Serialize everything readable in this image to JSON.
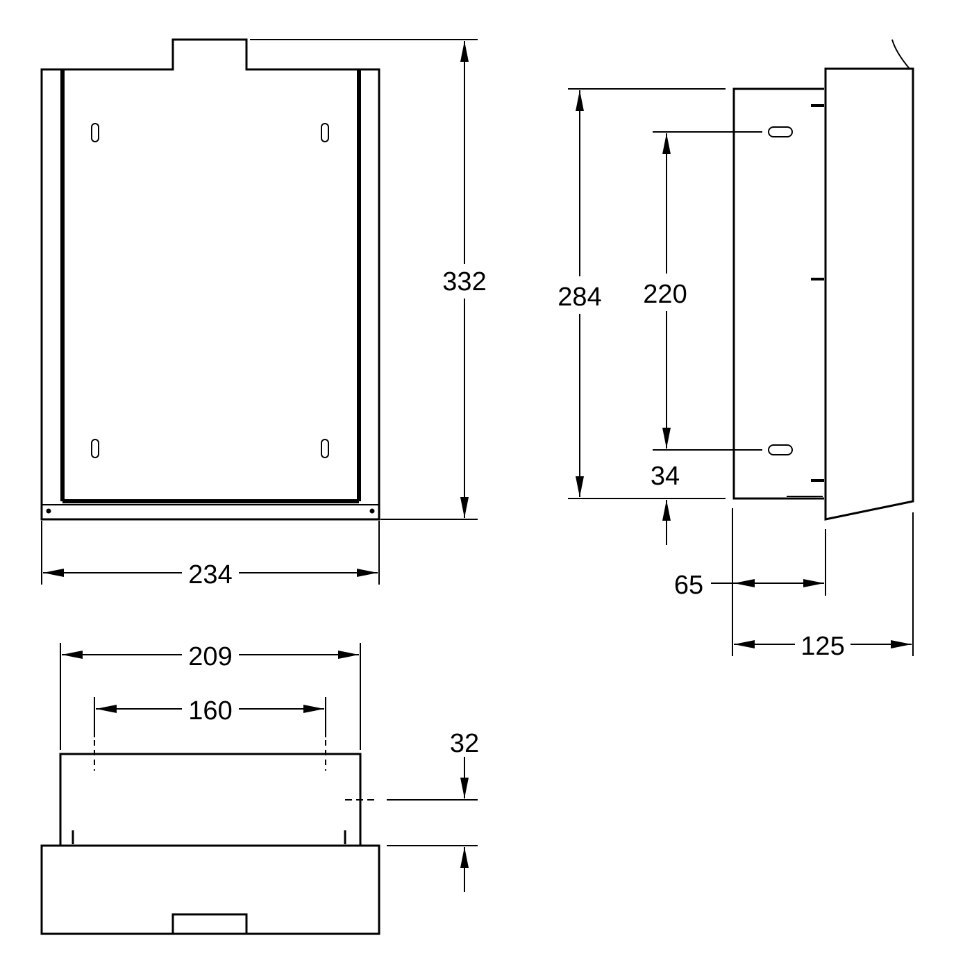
{
  "dimensions": {
    "front_width": "234",
    "front_height": "332",
    "side_height": "284",
    "hole_spacing_vertical": "220",
    "bottom_offset": "34",
    "recess_depth": "65",
    "total_depth": "125",
    "bottom_width": "209",
    "hole_spacing_horizontal": "160",
    "hole_offset": "32"
  },
  "colors": {
    "line": "#000000",
    "background": "#ffffff"
  }
}
